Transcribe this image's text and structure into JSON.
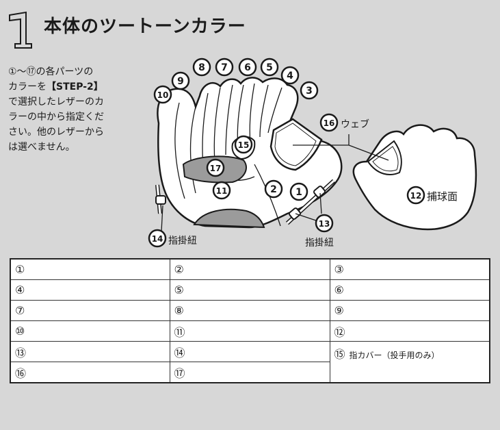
{
  "header": {
    "section_number": "1",
    "title": "本体のツートーンカラー"
  },
  "intro": {
    "line1": "①〜⑰の各パーツの",
    "line2_a": "カラーを",
    "line2_b": "【STEP-2】",
    "line3": "で選択したレザーのカ",
    "line4": "ラーの中から指定くだ",
    "line5": "さい。他のレザーから",
    "line6": "は選べません。"
  },
  "diagram": {
    "callouts": [
      "1",
      "2",
      "3",
      "4",
      "5",
      "6",
      "7",
      "8",
      "9",
      "10",
      "11",
      "12",
      "13",
      "14",
      "15",
      "16",
      "17"
    ],
    "web_label": "ウェブ",
    "catch_face_label": "捕球面",
    "finger_strap_label_left": "指掛紐",
    "finger_strap_label_right": "指掛紐"
  },
  "table": {
    "rows": [
      [
        "①",
        "②",
        "③"
      ],
      [
        "④",
        "⑤",
        "⑥"
      ],
      [
        "⑦",
        "⑧",
        "⑨"
      ],
      [
        "⑩",
        "⑪",
        "⑫"
      ],
      [
        "⑬",
        "⑭",
        "⑮"
      ],
      [
        "⑯",
        "⑰"
      ]
    ],
    "note_15": "指カバー（投手用のみ）"
  },
  "colors": {
    "background": "#d7d7d7",
    "glove_fill": "#ffffff",
    "shade_fill": "#9b9b9b",
    "outline": "#1a1a1a"
  }
}
